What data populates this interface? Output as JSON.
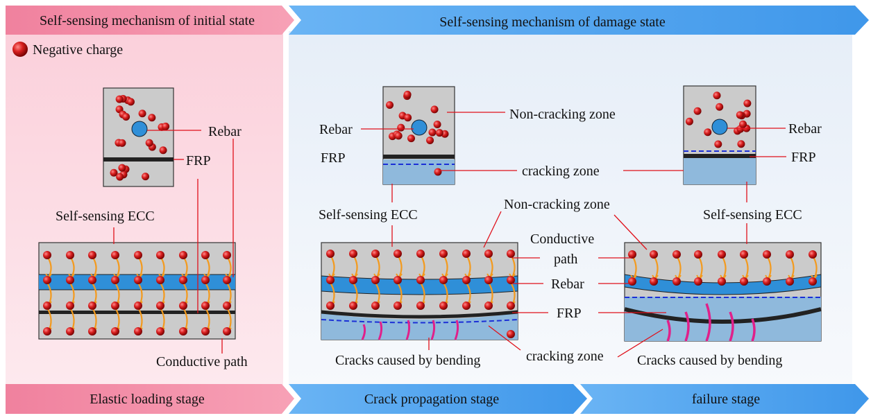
{
  "header": {
    "initial_title": "Self-sensing mechanism of initial state",
    "damage_title": "Self-sensing mechanism of damage state"
  },
  "legend": {
    "negative_charge": "Negative charge"
  },
  "panel_elastic": {
    "rebar": "Rebar",
    "frp": "FRP",
    "ecc": "Self-sensing ECC",
    "conductive_path": "Conductive path"
  },
  "panel_crack": {
    "rebar": "Rebar",
    "frp": "FRP",
    "ecc": "Self-sensing ECC",
    "non_cracking_zone_top": "Non-cracking zone",
    "cracking_zone_top": "cracking zone",
    "non_cracking_zone_mid": "Non-cracking zone",
    "conductive_path_line1": "Conductive",
    "conductive_path_line2": "path",
    "rebar_mid": "Rebar",
    "frp_mid": "FRP",
    "cracks": "Cracks caused by bending",
    "cracking_zone_bottom": "cracking zone"
  },
  "panel_failure": {
    "rebar": "Rebar",
    "frp": "FRP",
    "ecc": "Self-sensing ECC",
    "cracks": "Cracks caused by bending"
  },
  "stages": {
    "elastic": "Elastic loading stage",
    "crack": "Crack propagation stage",
    "failure": "failure stage"
  },
  "colors": {
    "pink": "#f5849f",
    "blue": "#4aa3ef",
    "concrete": "#c9c9c9",
    "rebar": "#2f8fd8",
    "crack_zone": "#8fb9dc",
    "charge": "#d42222",
    "arrow": "#f39a1e",
    "crack": "#e0208a"
  }
}
